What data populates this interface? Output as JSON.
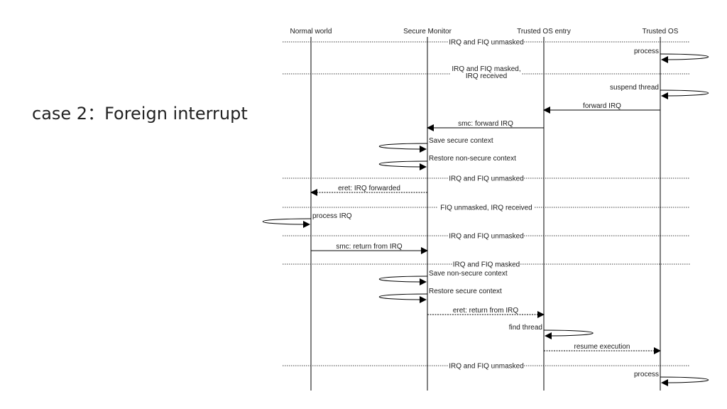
{
  "slide": {
    "title": "case 2：Foreign interrupt"
  },
  "participants": [
    "Normal world",
    "Secure Monitor",
    "Trusted OS entry",
    "Trusted OS"
  ],
  "steps": [
    {
      "kind": "divider",
      "label": "IRQ and FIQ unmasked"
    },
    {
      "kind": "self",
      "at": 3,
      "label": "process"
    },
    {
      "kind": "divider",
      "label": "IRQ and FIQ masked,\nIRQ received"
    },
    {
      "kind": "self",
      "at": 3,
      "label": "suspend thread"
    },
    {
      "kind": "msg",
      "from": 3,
      "to": 2,
      "label": "forward IRQ",
      "dashed": false
    },
    {
      "kind": "msg",
      "from": 2,
      "to": 1,
      "label": "smc: forward IRQ",
      "dashed": false
    },
    {
      "kind": "self",
      "at": 1,
      "label": "Save secure context"
    },
    {
      "kind": "self",
      "at": 1,
      "label": "Restore non-secure context"
    },
    {
      "kind": "divider",
      "label": "IRQ and FIQ unmasked"
    },
    {
      "kind": "msg",
      "from": 1,
      "to": 0,
      "label": "eret: IRQ forwarded",
      "dashed": true
    },
    {
      "kind": "divider",
      "label": "FIQ unmasked, IRQ received"
    },
    {
      "kind": "self",
      "at": 0,
      "label": "process IRQ"
    },
    {
      "kind": "divider",
      "label": "IRQ and FIQ unmasked"
    },
    {
      "kind": "msg",
      "from": 0,
      "to": 1,
      "label": "smc: return from IRQ",
      "dashed": false
    },
    {
      "kind": "divider",
      "label": "IRQ and FIQ masked"
    },
    {
      "kind": "self",
      "at": 1,
      "label": "Save non-secure context"
    },
    {
      "kind": "self",
      "at": 1,
      "label": "Restore secure context"
    },
    {
      "kind": "msg",
      "from": 1,
      "to": 2,
      "label": "eret: return from IRQ",
      "dashed": true
    },
    {
      "kind": "self",
      "at": 2,
      "label": "find thread"
    },
    {
      "kind": "msg",
      "from": 2,
      "to": 3,
      "label": "resume execution",
      "dashed": true
    },
    {
      "kind": "divider",
      "label": "IRQ and FIQ unmasked"
    },
    {
      "kind": "self",
      "at": 3,
      "label": "process"
    }
  ]
}
